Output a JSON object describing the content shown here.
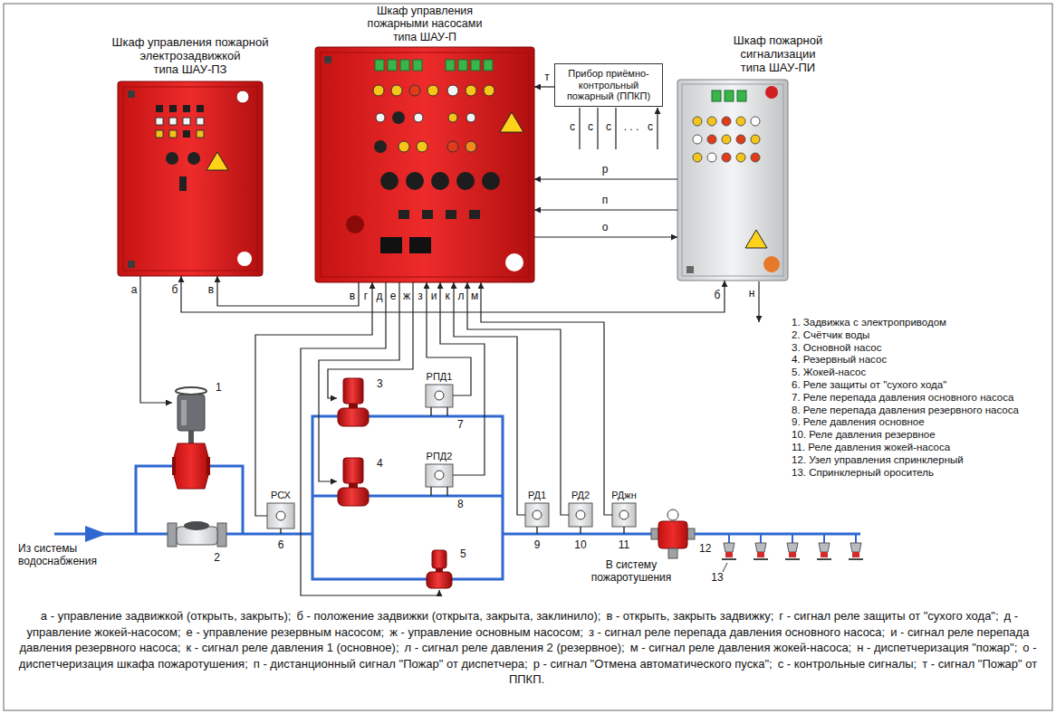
{
  "diagram": {
    "nodes": [
      {
        "text": [
          "Шкаф управления пожарной электрозадвижкой типа ШАУ-ПЗ"
        ]
      },
      {
        "text": [
          "Шкаф управления пожарными насосами типа ШАУ-П"
        ]
      },
      {
        "text": [
          "Прибор приёмно-контрольный пожарный (ППКП)"
        ]
      },
      {
        "text": [
          "Шкаф пожарной сигнализации типа ШАУ-ПИ"
        ]
      },
      {
        "text": [
          "1"
        ]
      },
      {
        "text": [
          "2"
        ]
      },
      {
        "text": [
          "РСХ",
          "6"
        ]
      },
      {
        "text": [
          "3"
        ]
      },
      {
        "text": [
          "РПД1",
          "7"
        ]
      },
      {
        "text": [
          "4"
        ]
      },
      {
        "text": [
          "РПД2",
          "8"
        ]
      },
      {
        "text": [
          "5"
        ]
      },
      {
        "text": [
          "РД1",
          "9"
        ]
      },
      {
        "text": [
          "РД2",
          "10"
        ]
      },
      {
        "text": [
          "РДжн",
          "11"
        ]
      },
      {
        "text": [
          "12"
        ]
      }
    ],
    "edges": [
      {
        "from": 0,
        "to": 4,
        "arrow": "to"
      },
      {
        "from": 0,
        "to": 3,
        "arrow": "both"
      },
      {
        "from": 1,
        "to": 0,
        "arrow": "to"
      },
      {
        "from": 6,
        "to": 1,
        "arrow": "to"
      },
      {
        "from": 1,
        "to": 11,
        "arrow": "to"
      },
      {
        "from": 1,
        "to": 9,
        "arrow": "to"
      },
      {
        "from": 1,
        "to": 7,
        "arrow": "to"
      },
      {
        "from": 8,
        "to": 1,
        "arrow": "to"
      },
      {
        "from": 10,
        "to": 1,
        "arrow": "to"
      },
      {
        "from": 12,
        "to": 1,
        "arrow": "to"
      },
      {
        "from": 13,
        "to": 1,
        "arrow": "to"
      },
      {
        "from": 14,
        "to": 1,
        "arrow": "to"
      },
      {
        "from": 2,
        "to": 1,
        "arrow": "to"
      },
      {
        "from": 3,
        "to": 1,
        "arrow": "to"
      },
      {
        "from": 3,
        "to": 1,
        "arrow": "to"
      },
      {
        "from": 1,
        "to": 3,
        "arrow": "to"
      }
    ],
    "labels": [
      "а",
      "б",
      "в",
      "в",
      "г",
      "д",
      "е",
      "ж",
      "з",
      "и",
      "к",
      "л",
      "м",
      "т",
      "с",
      "с",
      "с",
      ". . .",
      "с",
      "р",
      "п",
      "о",
      "б",
      "н",
      "Из системы водоснабжения",
      "В систему пожаротушения",
      "13",
      "1. Задвижка с электроприводом",
      "2. Счётчик воды",
      "3. Основной насос",
      "4. Резервный насос",
      "5. Жокей-насос",
      "6. Реле защиты от \"сухого хода\"",
      "7. Реле перепада давления основного насоса",
      "8. Реле перепада давления резервного насоса",
      "9. Реле давления основное",
      "10. Реле давления резервное",
      "11. Реле давления жокей-насоса",
      "12. Узел управления спринклерный",
      "13. Спринклерный ороситель",
      "а - управление задвижкой (открыть, закрыть);",
      "б - положение задвижки (открыта, закрыта, заклинило);",
      "в - открыть, закрыть задвижку;",
      "г - сигнал реле защиты от \"сухого хода\";",
      "д - управление жокей-насосом;",
      "е - управление резервным насосом;",
      "ж - управление основным насосом;",
      "з - сигнал реле перепада давления основного насоса;",
      "и - сигнал реле перепада давления резервного насоса;",
      "к - сигнал реле давления 1 (основное);",
      "л - сигнал реле давления 2 (резервное);",
      "м - сигнал реле давления жокей-насоса;",
      "н - диспетчеризация \"пожар\";",
      "о - диспетчеризация шкафа пожаротушения;",
      "п - дистанционный сигнал \"Пожар\" от диспетчера;",
      "р - сигнал \"Отмена автоматического пуска\";",
      "с - контрольные сигналы;",
      "т - сигнал \"Пожар\" от ППКП."
    ]
  }
}
